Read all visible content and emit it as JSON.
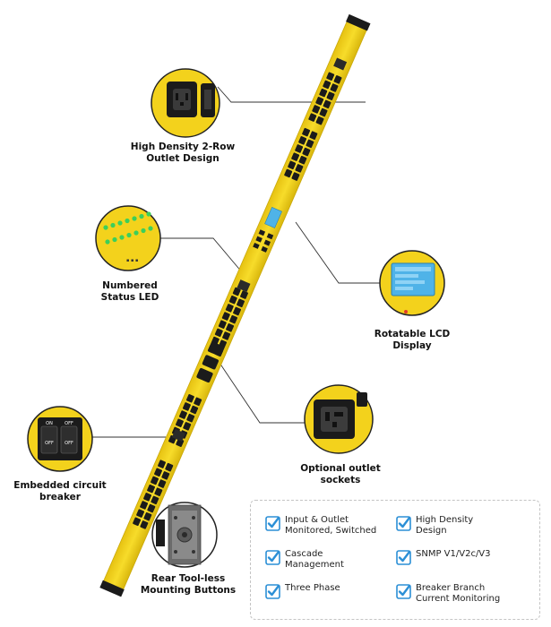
{
  "callouts": {
    "outlet_design": "High Density 2-Row\nOutlet Design",
    "status_led": "Numbered\nStatus LED",
    "lcd_display": "Rotatable LCD\nDisplay",
    "optional_sockets": "Optional outlet\nsockets",
    "circuit_breaker": "Embedded circuit\nbreaker",
    "mounting_buttons": "Rear Tool-less\nMounting Buttons"
  },
  "breaker": {
    "on_label": "ON",
    "off_label": "OFF"
  },
  "features": [
    {
      "text": "Input & Outlet\nMonitored, Switched"
    },
    {
      "text": "High Density\nDesign"
    },
    {
      "text": "Cascade\nManagement"
    },
    {
      "text": "SNMP V1/V2c/V3"
    },
    {
      "text": "Three Phase"
    },
    {
      "text": "Breaker Branch\nCurrent Monitoring"
    }
  ],
  "colors": {
    "pdu_yellow": "#f3d21c",
    "pdu_edge": "#c9a80a",
    "outlet_black": "#1b1b1b",
    "lcd_blue": "#4fb3e8",
    "led_green": "#3ccf5a",
    "check_blue": "#2b8fd6",
    "connector_line": "#333333"
  }
}
